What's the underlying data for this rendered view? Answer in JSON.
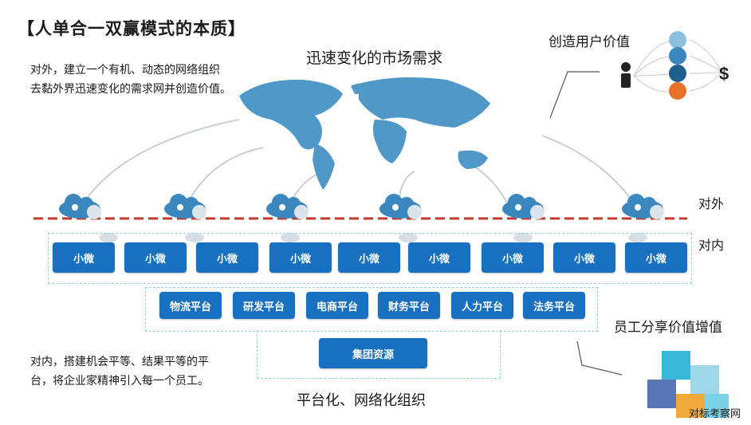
{
  "title": "【人单合一双赢模式的本质】",
  "outer_desc": [
    "对外，建立一个有机、动态的网络组织",
    "去黏外界迅速变化的需求网并创造价值。"
  ],
  "inner_desc": [
    "对内，搭建机会平等、结果平等的平",
    "台，将企业家精神引入每一个员工。"
  ],
  "market_title": "迅速变化的市场需求",
  "platform_title": "平台化、网络化组织",
  "label_outside": "对外",
  "label_inside": "对内",
  "user_value_title": "创造用户价值",
  "employee_value_title": "员工分享价值增值",
  "micro_units": [
    "小微",
    "小微",
    "小微",
    "小微",
    "小微",
    "小微",
    "小微",
    "小微",
    "小微"
  ],
  "platforms": [
    "物流平台",
    "研发平台",
    "电商平台",
    "财务平台",
    "人力平台",
    "法务平台"
  ],
  "group_resource": "集团资源",
  "watermark": "对标考察网",
  "colors": {
    "button": "#1870c0",
    "map": "#4f98c8",
    "dashed_line": "#c0392b",
    "cloud": "#3a88bf"
  }
}
